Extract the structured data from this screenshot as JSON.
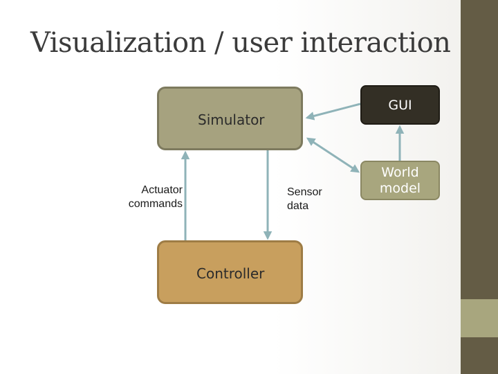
{
  "slide": {
    "title": "Visualization / user interaction"
  },
  "diagram": {
    "nodes": {
      "simulator": "Simulator",
      "controller": "Controller",
      "gui": "GUI",
      "world_model_line1": "World",
      "world_model_line2": "model"
    },
    "edge_labels": {
      "actuator_line1": "Actuator",
      "actuator_line2": "commands",
      "sensor_line1": "Sensor",
      "sensor_line2": "data"
    }
  },
  "colors": {
    "side_panel": "#645c45",
    "side_panel_accent": "#a8a67e",
    "simulator_fill": "#a6a27f",
    "controller_fill": "#c89f5e",
    "gui_fill": "#332f25",
    "world_model_fill": "#a8a67e",
    "arrow": "#8fb3b8"
  }
}
